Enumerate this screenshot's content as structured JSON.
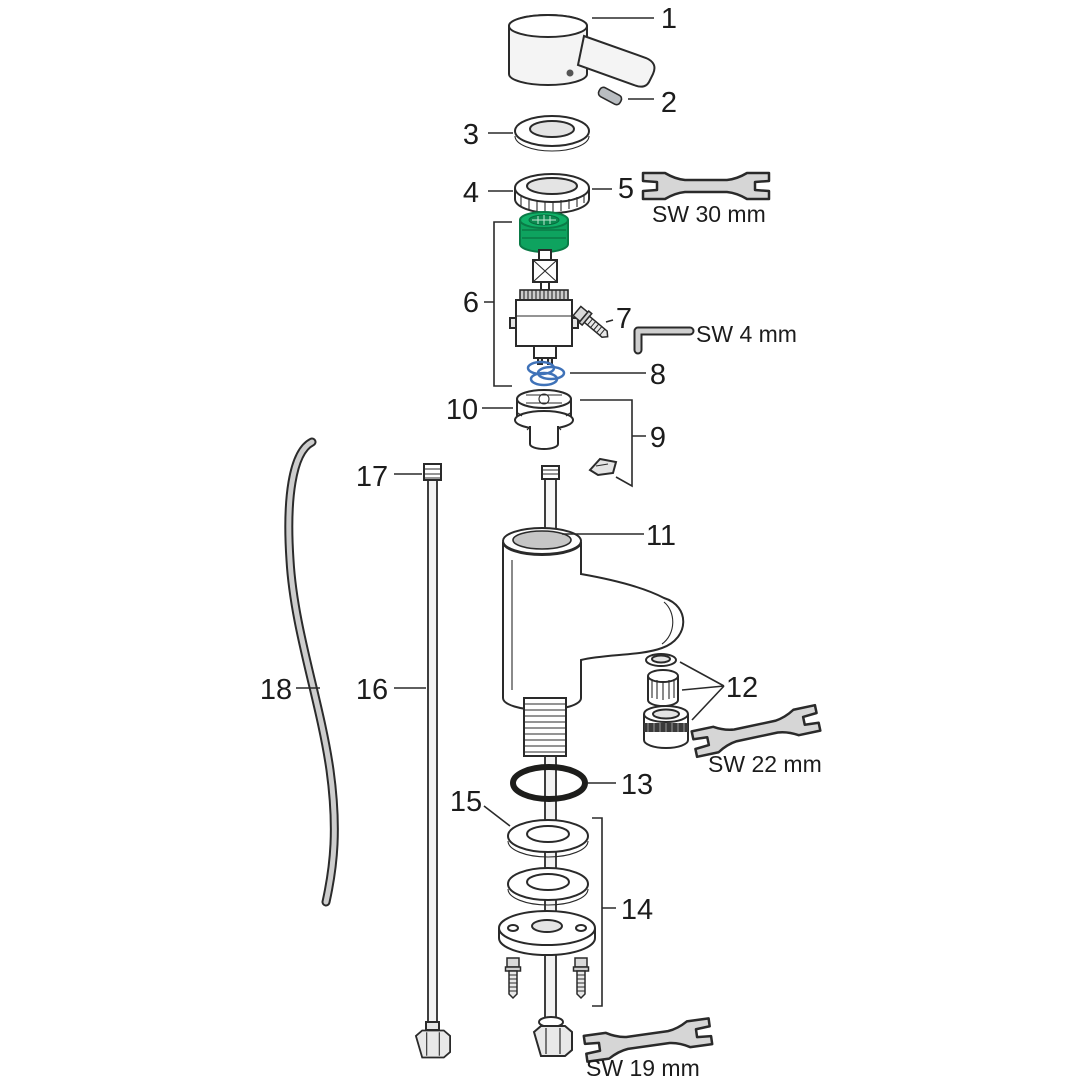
{
  "diagram": {
    "subject": "Exploded spare-parts diagram of a single-lever basin mixer tap",
    "part_labels": {
      "p1": "1",
      "p2": "2",
      "p3": "3",
      "p4": "4",
      "p5": "5",
      "p6": "6",
      "p7": "7",
      "p8": "8",
      "p9": "9",
      "p10": "10",
      "p11": "11",
      "p12": "12",
      "p13": "13",
      "p14": "14",
      "p15": "15",
      "p16": "16",
      "p17": "17",
      "p18": "18"
    },
    "tool_labels": {
      "sw30": "SW 30 mm",
      "sw4": "SW 4 mm",
      "sw22": "SW 22 mm",
      "sw19": "SW 19 mm"
    },
    "colors": {
      "line": "#2a2a2a",
      "tool_fill": "#d6d6d6",
      "aerator_green": "#0ea35f",
      "oring_blue": "#3f72b8",
      "seal_black": "#1d1d1b"
    }
  }
}
